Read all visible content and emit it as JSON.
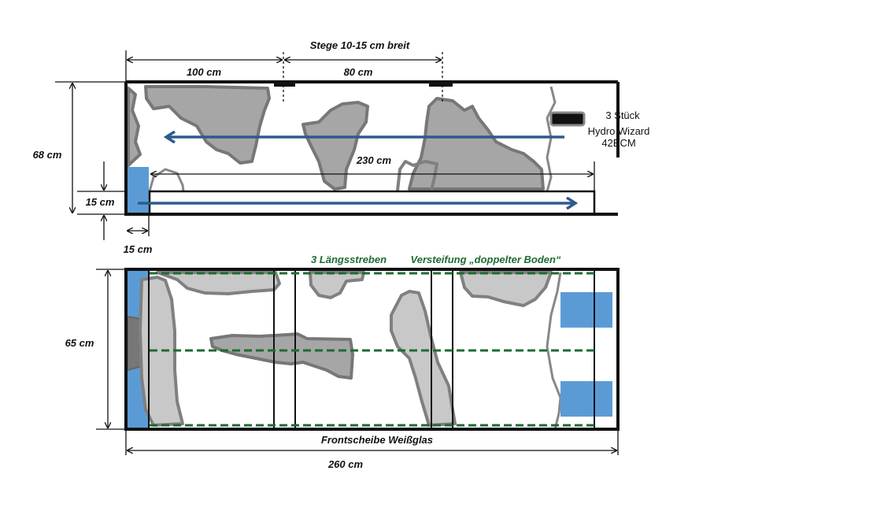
{
  "top_view": {
    "title": "Stege 10-15 cm breit",
    "dim_left_section": "100 cm",
    "dim_middle_section": "80 cm",
    "dim_height": "68 cm",
    "dim_sump_height": "15 cm",
    "dim_overflow_width": "15 cm",
    "dim_sump_length": "230 cm",
    "pump_count": "3 Stück",
    "pump_name": "Hydro Wizard",
    "pump_model": "42ECM"
  },
  "bottom_view": {
    "label_struts": "3 Längsstreben",
    "label_reinforcement": "Versteifung „doppelter Boden“",
    "dim_depth": "65 cm",
    "label_front": "Frontscheibe Weißglas",
    "dim_length": "260 cm"
  },
  "colors": {
    "water_blue": "#5b9bd5",
    "flow_arrow": "#2e5a8e",
    "strut_green": "#1e6b32",
    "rock_gray": "#a6a6a6"
  }
}
